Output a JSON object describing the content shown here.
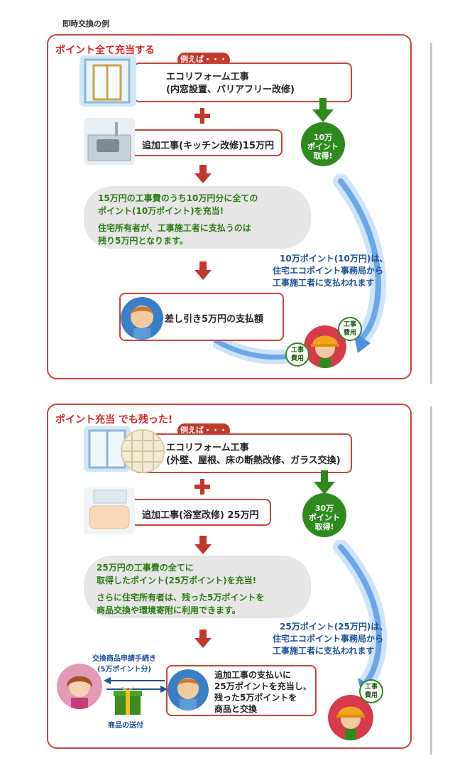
{
  "page": {
    "title": "即時交換の例"
  },
  "section1": {
    "heading": "ポイント全て充当する",
    "example_label": "例えば・・・",
    "reform_line1": "エコリフォーム工事",
    "reform_line2": "(内窓設置、バリアフリー改修)",
    "additional_work": "追加工事(キッチン改修)15万円",
    "points_badge": [
      "10万",
      "ポイント",
      "取得!"
    ],
    "explain_p1": [
      "15万円の工事費のうち10万円分に全ての",
      "ポイント(10万ポイント)を充当!"
    ],
    "explain_p2": [
      "住宅所有者が、工事施工者に支払うのは",
      "残り5万円となります。"
    ],
    "office_note": [
      "10万ポイント(10万円)は、",
      "住宅エコポイント事務局から",
      "工事施工者に支払われます"
    ],
    "payment_box": "差し引き5万円の支払額",
    "cost_tag": [
      "工事",
      "費用"
    ]
  },
  "section2": {
    "heading": "ポイント充当 でも残った!",
    "example_label": "例えば・・・",
    "reform_line1": "エコリフォーム工事",
    "reform_line2": "(外壁、屋根、床の断熱改修、ガラス交換)",
    "additional_work": "追加工事(浴室改修) 25万円",
    "points_badge": [
      "30万",
      "ポイント",
      "取得!"
    ],
    "explain_p1": [
      "25万円の工事費の全てに",
      "取得したポイント(25万ポイント)を充当!"
    ],
    "explain_p2": [
      "さらに住宅所有者は、残った5万ポイントを",
      "商品交換や環境寄附に利用できます。"
    ],
    "office_note": [
      "25万ポイント(25万円)は、",
      "住宅エコポイント事務局から",
      "工事施工者に支払われます"
    ],
    "exchange_application": [
      "交換商品申請手続き",
      "(5万ポイント分)"
    ],
    "gift_shipping": "商品の送付",
    "result_box": [
      "追加工事の支払いに",
      "25万ポイントを充当し、",
      "残った5万ポイントを",
      "商品と交換"
    ],
    "cost_tag": [
      "工事",
      "費用"
    ]
  },
  "colors": {
    "panel_border": "#c9453b",
    "heading_red": "#d62828",
    "accent_red": "#c0392b",
    "green_text": "#2a7a12",
    "badge_green": "#2f8a1e",
    "note_blue": "#1d4f9c",
    "gray_box": "#e6e6e6"
  },
  "icons": [
    "window-photo",
    "kitchen-photo",
    "bath-photo",
    "plus-icon",
    "down-arrow-icon",
    "leaf-badge",
    "contractor-avatar",
    "homeowner-avatar",
    "woman-avatar",
    "gift-box-icon",
    "blue-curve-arrow"
  ]
}
